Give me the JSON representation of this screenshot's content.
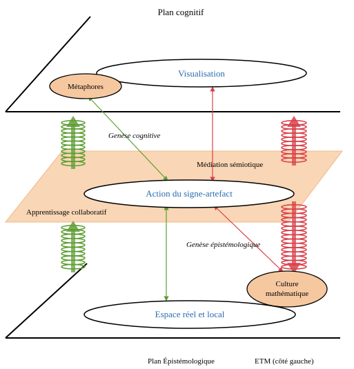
{
  "title": "Plan cognitif",
  "nodes": {
    "visualisation": "Visualisation",
    "metaphores": "Métaphores",
    "action": "Action du signe-artefact",
    "espace": "Espace réel et local",
    "culture_line1": "Culture",
    "culture_line2": "mathématique"
  },
  "labels": {
    "genese_cognitive": "Genèse cognitive",
    "mediation_semiotique": "Médiation sémiotique",
    "apprentissage": "Apprentissage collaboratif",
    "genese_epistemologique": "Genèse épistémologique"
  },
  "footer": {
    "plan_epistemologique": "Plan Épistémologique",
    "etm": "ETM (côté gauche)"
  },
  "colors": {
    "blue_text": "#2a6cb0",
    "orange_fill": "#f6c8a0",
    "orange_plane": "#f8cfa8",
    "green": "#5f9e34",
    "red": "#d9404a"
  }
}
